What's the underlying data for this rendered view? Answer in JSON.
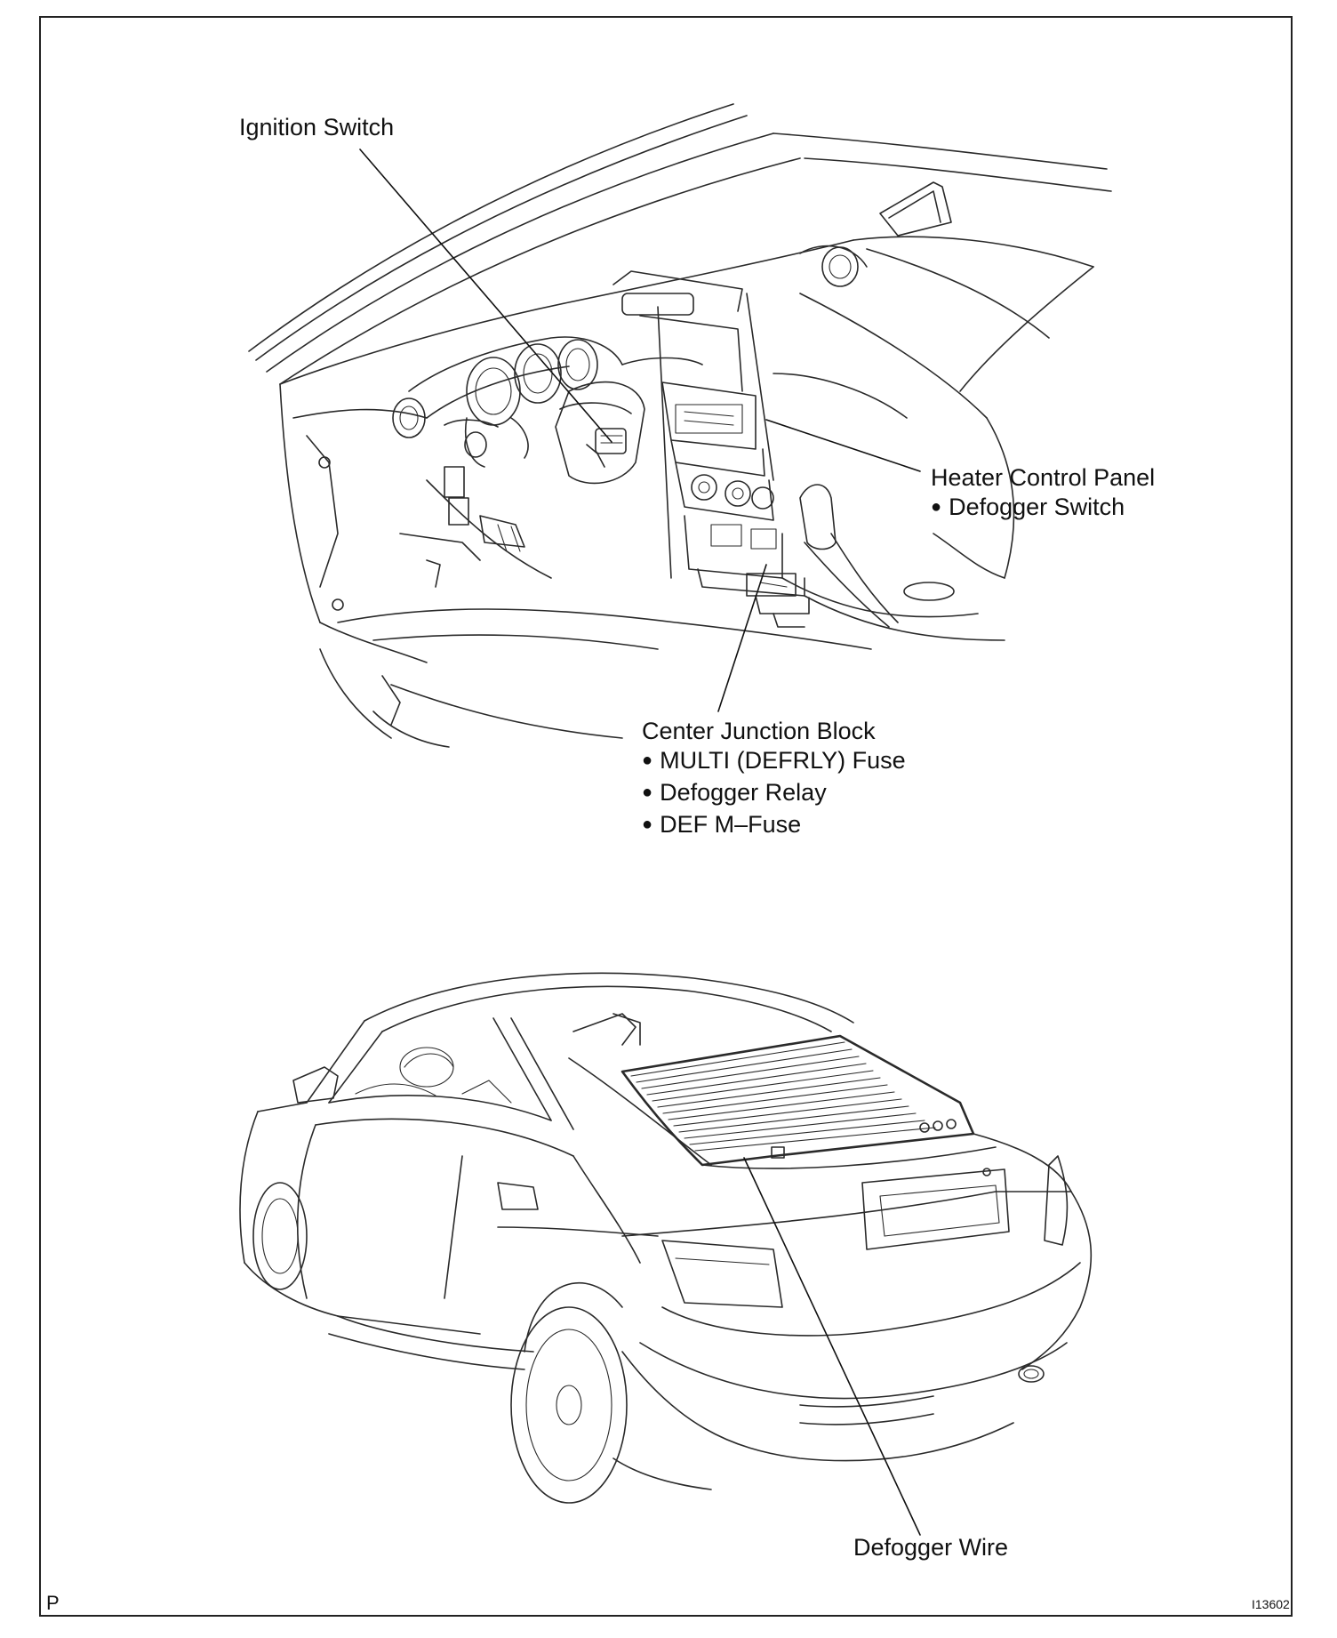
{
  "labels": {
    "ignition_switch": "Ignition Switch",
    "heater_control_panel": {
      "title": "Heater Control Panel",
      "items": [
        "Defogger Switch"
      ]
    },
    "center_junction_block": {
      "title": "Center Junction Block",
      "items": [
        "MULTI (DEFRLY) Fuse",
        "Defogger Relay",
        "DEF M–Fuse"
      ]
    },
    "defogger_wire": "Defogger Wire"
  },
  "corner_letter": "P",
  "figure_ref": "I13602",
  "icons": [
    "bullet-icon"
  ],
  "colors": {
    "line": "#2a2a2a",
    "background": "#ffffff"
  }
}
